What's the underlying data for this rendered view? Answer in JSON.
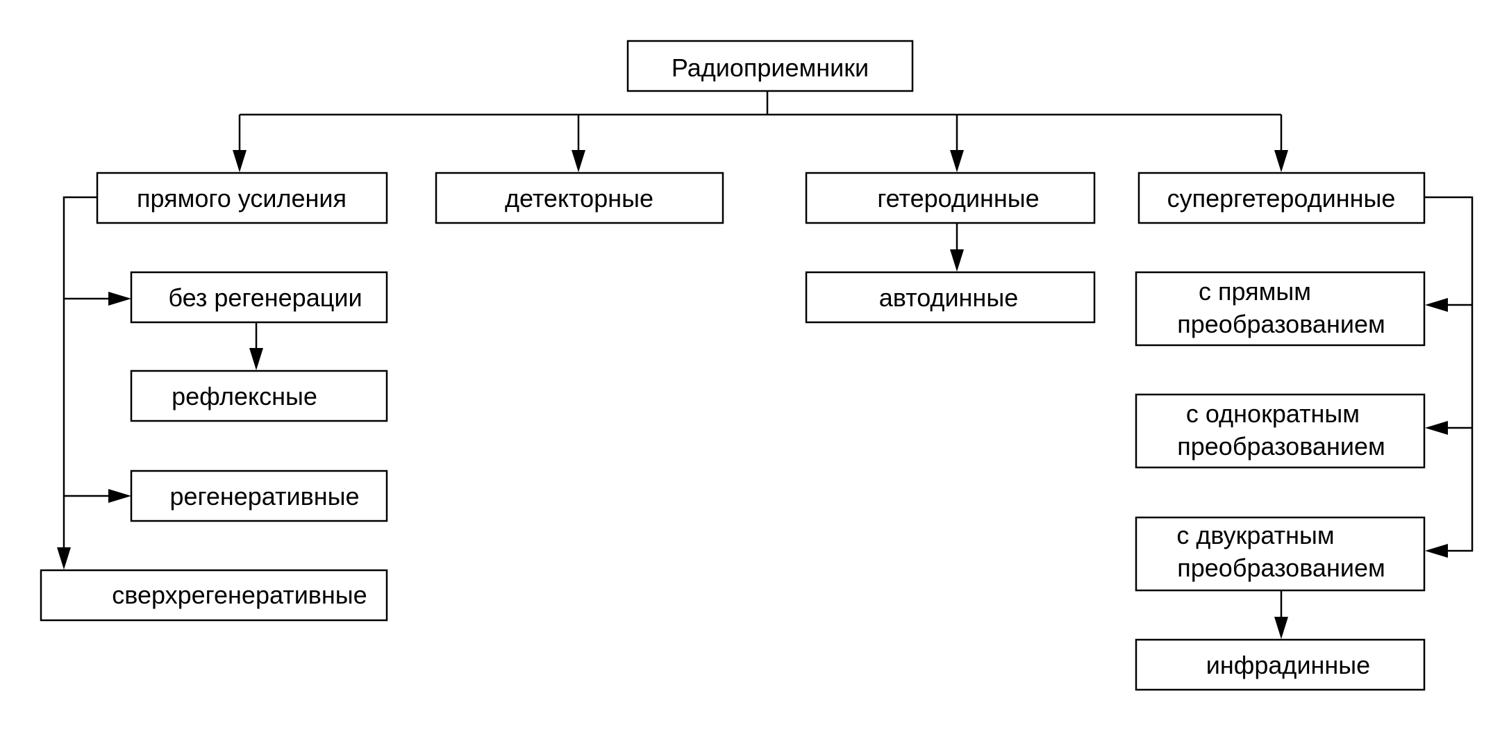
{
  "diagram": {
    "root": "Радиоприемники",
    "direct_amplification": {
      "label": "прямого усиления",
      "no_regeneration": "без регенерации",
      "reflex": "рефлексные",
      "regenerative": "регенеративные",
      "superregenerative": "сверхрегенеративные"
    },
    "detector": {
      "label": "детекторные"
    },
    "heterodyne": {
      "label": "гетеродинные",
      "autodyne": "автодинные"
    },
    "superheterodyne": {
      "label": "супергетеродинные",
      "direct_conversion": [
        "с прямым",
        "преобразованием"
      ],
      "single_conversion": [
        "с однократным",
        "преобразованием"
      ],
      "double_conversion": [
        "с двукратным",
        "преобразованием"
      ],
      "infradyne": "инфрадинные"
    }
  }
}
